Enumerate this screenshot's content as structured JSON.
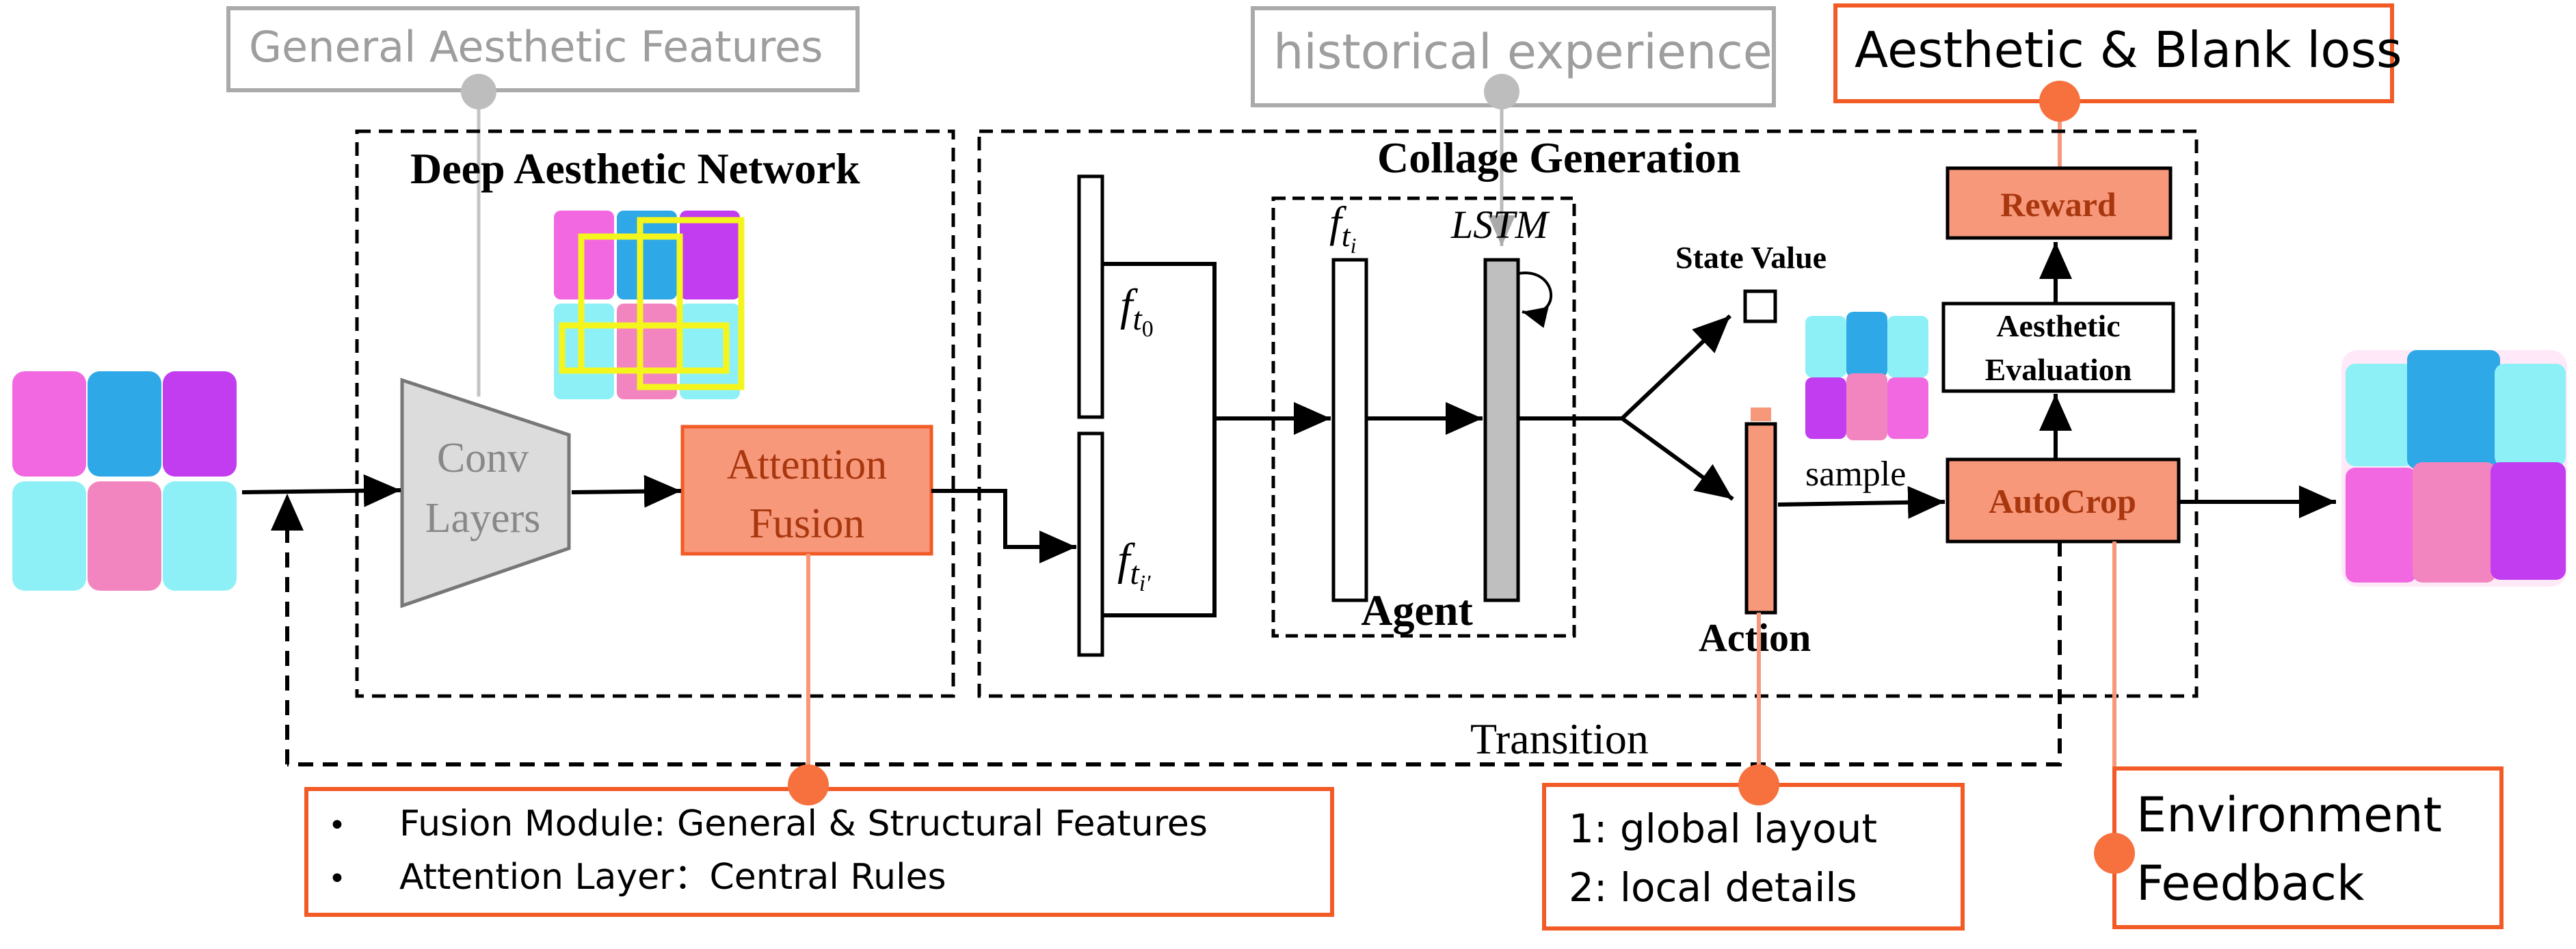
{
  "callouts": {
    "general_features": "General Aesthetic Features",
    "historical_experience": "historical experience",
    "aesthetic_blank_loss": "Aesthetic & Blank loss",
    "environment_feedback_line1": "Environment",
    "environment_feedback_line2": "Feedback",
    "fusion_bullet_1": "Fusion Module: General & Structural Features",
    "fusion_bullet_2": "Attention Layer：Central Rules",
    "action_item_1": "1: global layout",
    "action_item_2": "2: local details"
  },
  "sections": {
    "deep_aesthetic_network": "Deep Aesthetic Network",
    "collage_generation": "Collage Generation",
    "agent": "Agent",
    "transition": "Transition"
  },
  "nodes": {
    "conv_line1": "Conv",
    "conv_line2": "Layers",
    "attention_line1": "Attention",
    "attention_line2": "Fusion",
    "reward": "Reward",
    "aesthetic_eval_line1": "Aesthetic",
    "aesthetic_eval_line2": "Evaluation",
    "autocrop": "AutoCrop",
    "state_value": "State Value",
    "action": "Action",
    "sample": "sample",
    "lstm": "LSTM"
  },
  "features": {
    "f_symbol": "f",
    "t": "t",
    "sub_0": "0",
    "sub_i": "i",
    "sub_i_prime": "i′"
  },
  "colors": {
    "pink": "#f268e0",
    "blue": "#2ea8e6",
    "purple": "#c23cf0",
    "cyan": "#8ef0f7",
    "rose": "#f285bf",
    "orange_fill": "#f7987a",
    "orange_stroke": "#f25a26",
    "orange_dot": "#f7713e",
    "gray_stroke": "#aaaaaa",
    "gray_dot": "#bdbdbd"
  }
}
